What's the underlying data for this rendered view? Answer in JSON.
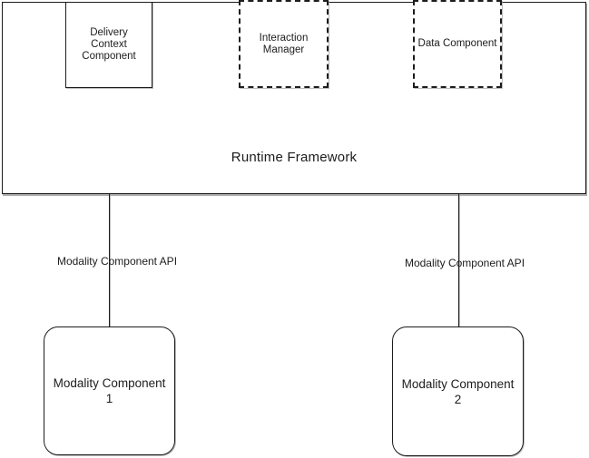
{
  "diagram": {
    "runtime_framework": {
      "label": "Runtime Framework"
    },
    "components": {
      "delivery_context": {
        "border_style": "solid",
        "lines": [
          "Delivery",
          "Context",
          "Component"
        ]
      },
      "interaction_manager": {
        "border_style": "dashed",
        "lines": [
          "Interaction",
          "Manager"
        ]
      },
      "data_component": {
        "border_style": "dashed",
        "lines": [
          "Data Component"
        ]
      }
    },
    "api_labels": {
      "left": "Modality Component API",
      "right": "Modality Component API"
    },
    "modality_components": {
      "one": {
        "lines": [
          "Modality Component",
          "1"
        ]
      },
      "two": {
        "lines": [
          "Modality Component",
          "2"
        ]
      }
    },
    "colors": {
      "line": "#1c1c1c",
      "background": "#ffffff",
      "text": "#1c1c1c"
    }
  }
}
